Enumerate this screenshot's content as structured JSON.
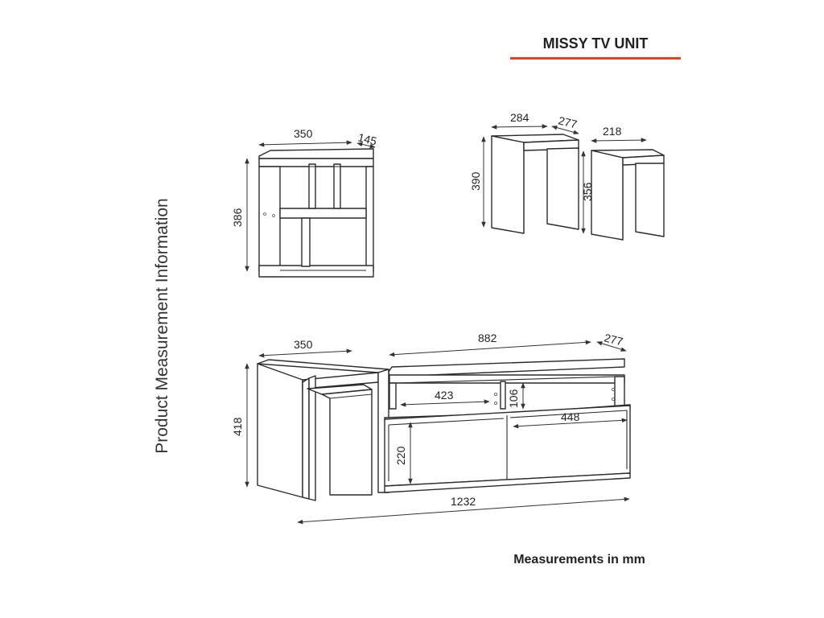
{
  "header": {
    "title": "MISSY TV UNIT"
  },
  "side_title": "Product Measurement Information",
  "footer": "Measurements in mm",
  "accent_color": "#e0452a",
  "dimensions": {
    "shelf_width": "350",
    "shelf_depth": "145",
    "shelf_height": "386",
    "big_table_width": "284",
    "big_table_depth": "277",
    "big_table_height": "390",
    "small_table_width": "218",
    "small_table_height": "356",
    "nesting_width": "350",
    "nesting_height": "418",
    "tv_top_width": "882",
    "tv_depth": "277",
    "tv_compartment_width": "423",
    "tv_compartment_height": "106",
    "tv_door_width": "448",
    "tv_door_height": "220",
    "tv_total_width": "1232"
  }
}
